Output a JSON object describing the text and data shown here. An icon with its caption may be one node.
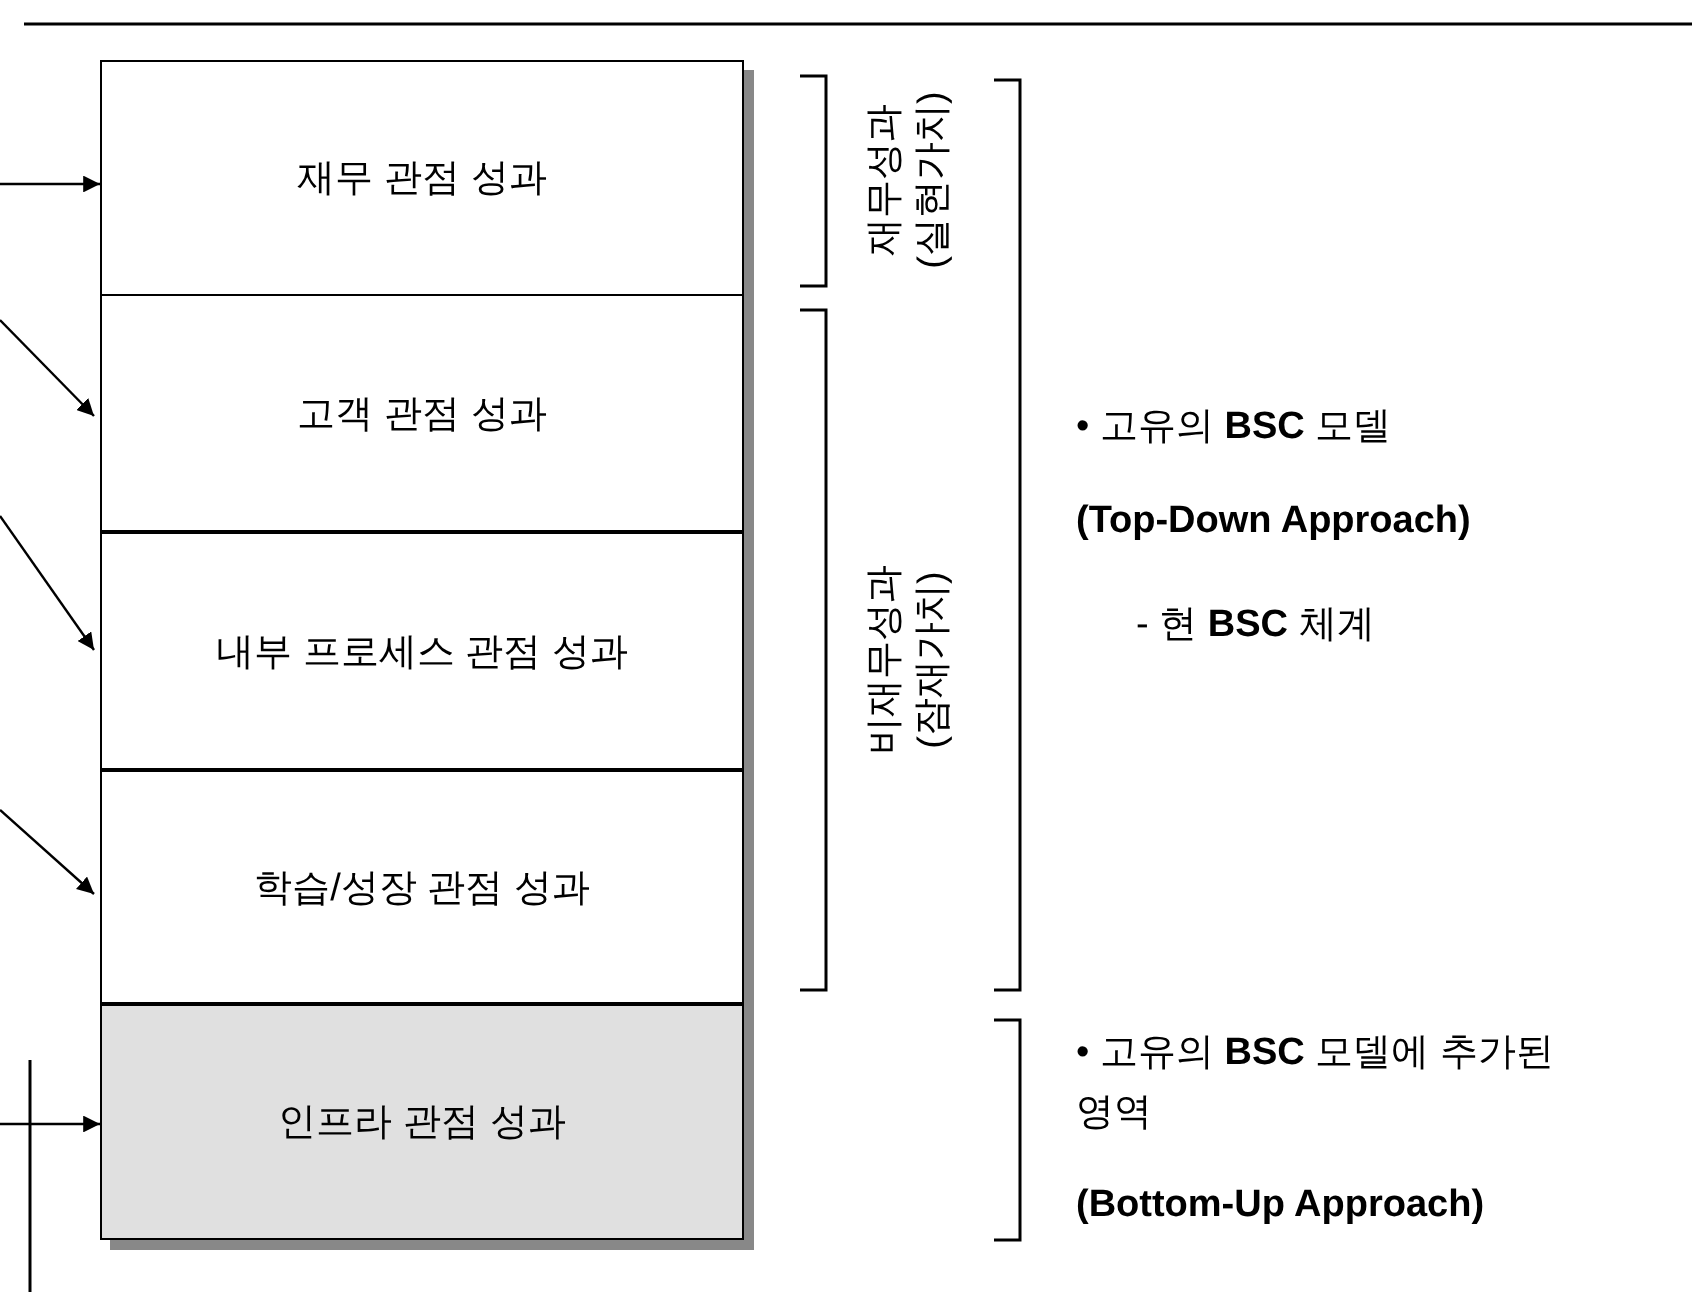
{
  "diagram": {
    "nodes": [
      {
        "text": [
          "재무 관점 성과"
        ]
      },
      {
        "text": [
          "고객 관점 성과"
        ]
      },
      {
        "text": [
          "내부 프로세스 관점 성과"
        ]
      },
      {
        "text": [
          "학습/성장 관점 성과"
        ]
      },
      {
        "text": [
          "인프라 관점 성과"
        ]
      }
    ],
    "edges": [
      {
        "from": null,
        "to": 0,
        "arrow": "to"
      },
      {
        "from": null,
        "to": 1,
        "arrow": "to"
      },
      {
        "from": null,
        "to": 2,
        "arrow": "to"
      },
      {
        "from": null,
        "to": 3,
        "arrow": "to"
      },
      {
        "from": null,
        "to": 4,
        "arrow": "to"
      }
    ],
    "labels": [
      "재무성과 (실현가치)",
      "비재무성과 (잠재가치)",
      "• 고유의 **BSC** 모델",
      "(Top-Down Approach)",
      "- 현 **BSC** 체계",
      "• 고유의 **BSC** 모델에 추가된 영역",
      "(Bottom-Up Approach)"
    ]
  }
}
